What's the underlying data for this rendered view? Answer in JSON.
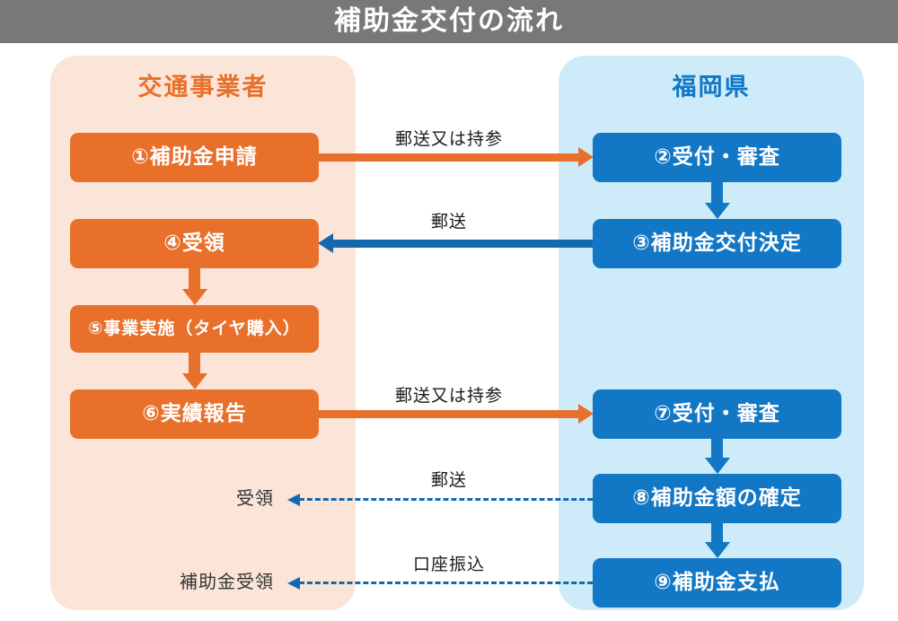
{
  "header": {
    "title": "補助金交付の流れ",
    "background_color": "#787878",
    "text_color": "#ffffff"
  },
  "lanes": {
    "left": {
      "title": "交通事業者",
      "panel_color": "#FBE4D8",
      "title_color": "#E8702A",
      "node_color": "#E8702A"
    },
    "right": {
      "title": "福岡県",
      "panel_color": "#CDEBF9",
      "title_color": "#1277C4",
      "node_color": "#1277C4"
    }
  },
  "nodes": {
    "n1": "①補助金申請",
    "n2": "②受付・審査",
    "n3": "③補助金交付決定",
    "n4": "④受領",
    "n5": "⑤事業実施（タイヤ購入）",
    "n6": "⑥実績報告",
    "n7": "⑦受付・審査",
    "n8": "⑧補助金額の確定",
    "n9": "⑨補助金支払",
    "p_receive": "受領",
    "p_subsidy": "補助金受領"
  },
  "edge_labels": {
    "e1": "郵送又は持参",
    "e2": "郵送",
    "e3": "郵送又は持参",
    "e4": "郵送",
    "e5": "口座振込"
  },
  "chart_data": {
    "type": "flowchart",
    "title": "補助金交付の流れ",
    "lanes": [
      "交通事業者",
      "福岡県"
    ],
    "steps": [
      {
        "id": 1,
        "label": "①補助金申請",
        "lane": "交通事業者",
        "color": "#E8702A"
      },
      {
        "id": 2,
        "label": "②受付・審査",
        "lane": "福岡県",
        "color": "#1277C4"
      },
      {
        "id": 3,
        "label": "③補助金交付決定",
        "lane": "福岡県",
        "color": "#1277C4"
      },
      {
        "id": 4,
        "label": "④受領",
        "lane": "交通事業者",
        "color": "#E8702A"
      },
      {
        "id": 5,
        "label": "⑤事業実施（タイヤ購入）",
        "lane": "交通事業者",
        "color": "#E8702A"
      },
      {
        "id": 6,
        "label": "⑥実績報告",
        "lane": "交通事業者",
        "color": "#E8702A"
      },
      {
        "id": 7,
        "label": "⑦受付・審査",
        "lane": "福岡県",
        "color": "#1277C4"
      },
      {
        "id": 8,
        "label": "⑧補助金額の確定",
        "lane": "福岡県",
        "color": "#1277C4"
      },
      {
        "id": 9,
        "label": "⑨補助金支払",
        "lane": "福岡県",
        "color": "#1277C4"
      },
      {
        "id": 10,
        "label": "受領",
        "lane": "交通事業者",
        "color": "#333333"
      },
      {
        "id": 11,
        "label": "補助金受領",
        "lane": "交通事業者",
        "color": "#333333"
      }
    ],
    "edges": [
      {
        "from": 1,
        "to": 2,
        "label": "郵送又は持参",
        "style": "solid",
        "color": "#E8702A",
        "direction": "right"
      },
      {
        "from": 2,
        "to": 3,
        "label": "",
        "style": "solid",
        "color": "#1277C4",
        "direction": "down"
      },
      {
        "from": 3,
        "to": 4,
        "label": "郵送",
        "style": "solid",
        "color": "#1368AE",
        "direction": "left"
      },
      {
        "from": 4,
        "to": 5,
        "label": "",
        "style": "solid",
        "color": "#E8702A",
        "direction": "down"
      },
      {
        "from": 5,
        "to": 6,
        "label": "",
        "style": "solid",
        "color": "#E8702A",
        "direction": "down"
      },
      {
        "from": 6,
        "to": 7,
        "label": "郵送又は持参",
        "style": "solid",
        "color": "#E8702A",
        "direction": "right"
      },
      {
        "from": 7,
        "to": 8,
        "label": "",
        "style": "solid",
        "color": "#1277C4",
        "direction": "down"
      },
      {
        "from": 8,
        "to": 10,
        "label": "郵送",
        "style": "dashed",
        "color": "#1368AE",
        "direction": "left"
      },
      {
        "from": 8,
        "to": 9,
        "label": "",
        "style": "solid",
        "color": "#1277C4",
        "direction": "down"
      },
      {
        "from": 9,
        "to": 11,
        "label": "口座振込",
        "style": "dashed",
        "color": "#1368AE",
        "direction": "left"
      }
    ]
  }
}
